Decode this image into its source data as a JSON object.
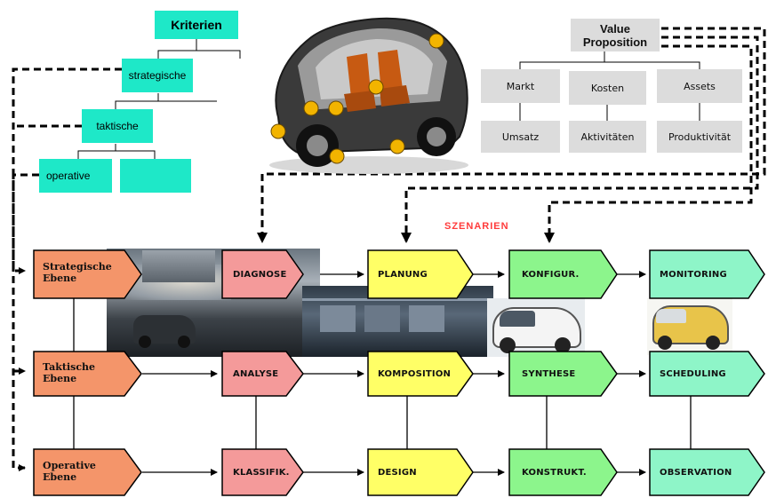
{
  "criteria": {
    "title": "Kriterien",
    "strategic": "strategische",
    "tactical": "taktische",
    "operative": "operative"
  },
  "value_proposition": {
    "title_line1": "Value",
    "title_line2": "Proposition",
    "top": [
      "Markt",
      "Kosten",
      "Assets"
    ],
    "bottom": [
      "Umsatz",
      "Aktivitäten",
      "Produktivität"
    ]
  },
  "scenarios_label": "SZENARIEN",
  "levels": {
    "strategic": {
      "line1": "Strategische",
      "line2": "Ebene"
    },
    "tactical": {
      "line1": "Taktische",
      "line2": "Ebene"
    },
    "operative": {
      "line1": "Operative",
      "line2": "Ebene"
    }
  },
  "phases": {
    "row1": [
      "DIAGNOSE",
      "PLANUNG",
      "KONFIGUR.",
      "MONITORING"
    ],
    "row2": [
      "ANALYSE",
      "KOMPOSITION",
      "SYNTHESE",
      "SCHEDULING"
    ],
    "row3": [
      "KLASSIFIK.",
      "DESIGN",
      "KONSTRUKT.",
      "OBSERVATION"
    ]
  },
  "colors": {
    "criteria": "#1ee8c8",
    "value_proposition": "#dcdcdc",
    "level": "#f4956a",
    "col1": "#f49a9a",
    "col2": "#ffff66",
    "col3": "#8cf58c",
    "col4": "#8ef5c8",
    "scenarios": "#ff3b3b"
  }
}
